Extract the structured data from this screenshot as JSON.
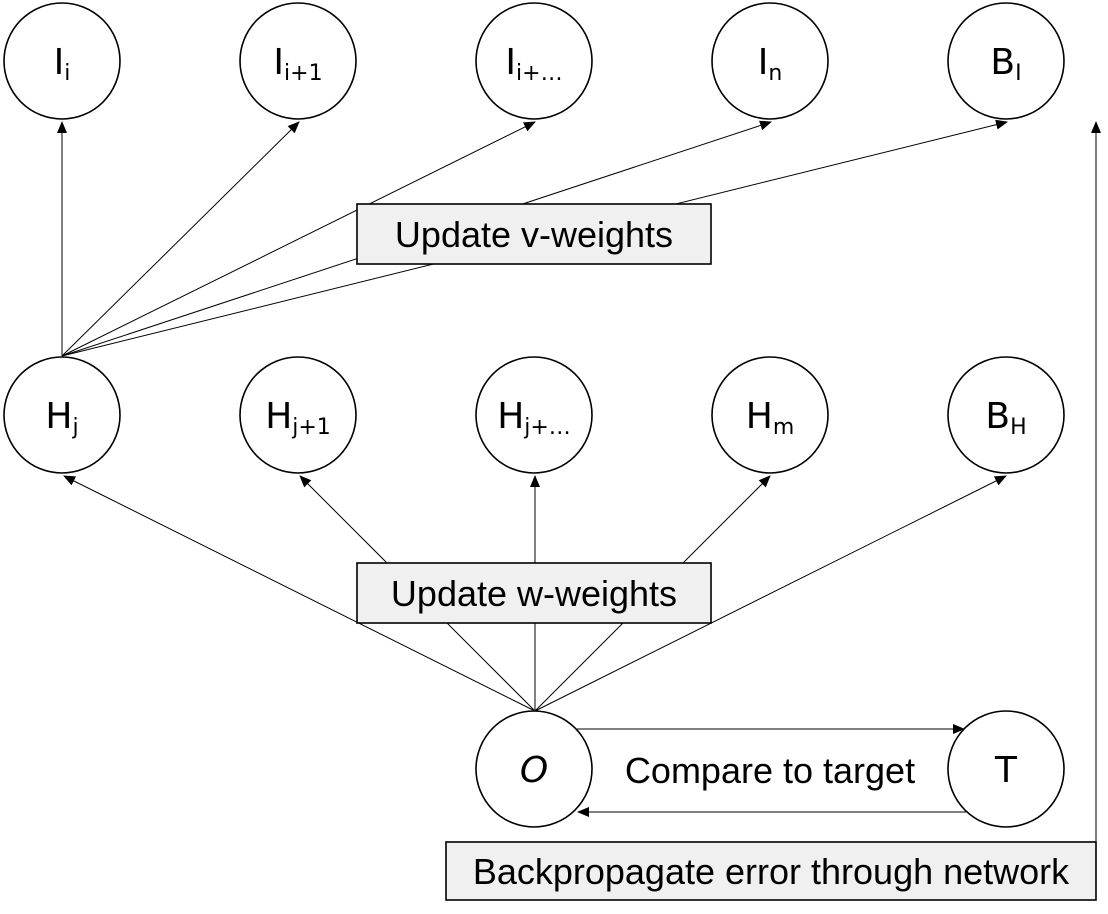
{
  "input_layer": [
    {
      "main": "I",
      "sub": "i"
    },
    {
      "main": "I",
      "sub": "i+1"
    },
    {
      "main": "I",
      "sub": "i+…"
    },
    {
      "main": "I",
      "sub": "n"
    },
    {
      "main": "B",
      "sub": "I"
    }
  ],
  "hidden_layer": [
    {
      "main": "H",
      "sub": "j"
    },
    {
      "main": "H",
      "sub": "j+1"
    },
    {
      "main": "H",
      "sub": "j+…"
    },
    {
      "main": "H",
      "sub": "m"
    },
    {
      "main": "B",
      "sub": "H"
    }
  ],
  "output_node": {
    "main": "O",
    "sub": ""
  },
  "target_node": {
    "main": "T",
    "sub": ""
  },
  "labels": {
    "update_v": "Update v-weights",
    "update_w": "Update w-weights",
    "compare": "Compare to target",
    "backprop": "Backpropagate error through network"
  }
}
